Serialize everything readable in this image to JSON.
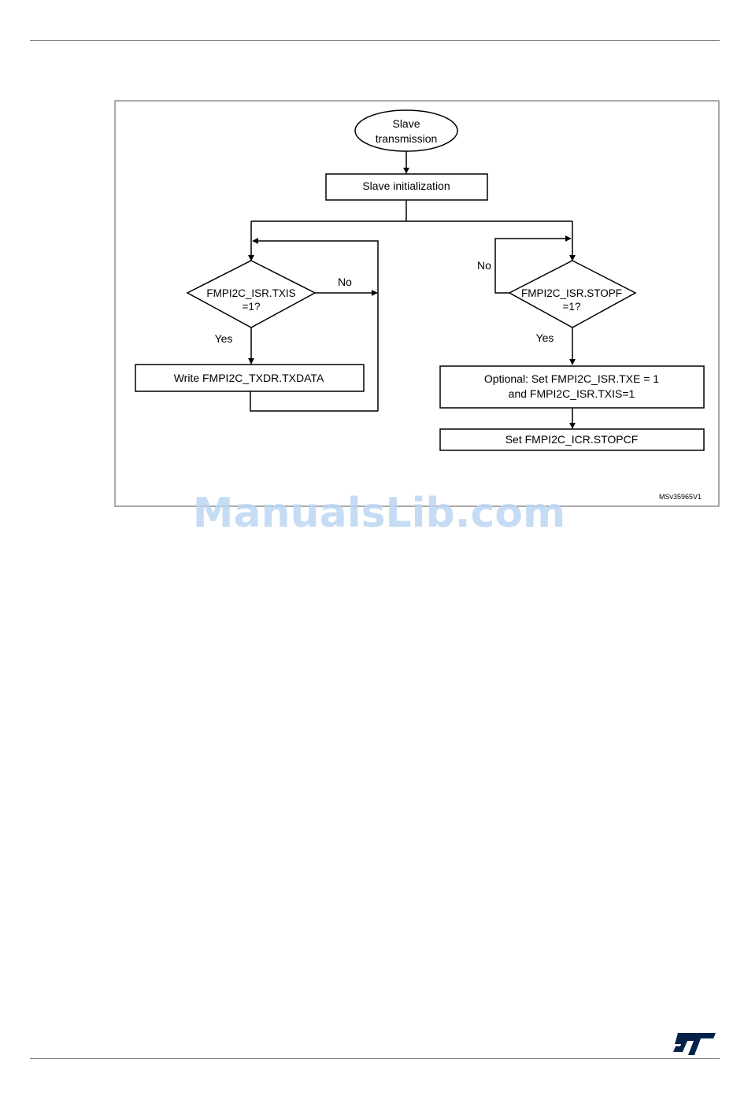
{
  "diagram": {
    "start": {
      "line1": "Slave",
      "line2": "transmission"
    },
    "init": "Slave initialization",
    "txis_decision": {
      "line1": "FMPI2C_ISR.TXIS",
      "line2": "=1?"
    },
    "txis_no": "No",
    "txis_yes": "Yes",
    "write_txdr": "Write FMPI2C_TXDR.TXDATA",
    "stopf_decision": {
      "line1": "FMPI2C_ISR.STOPF",
      "line2": "=1?"
    },
    "stopf_no": "No",
    "stopf_yes": "Yes",
    "optional_set": {
      "line1": "Optional: Set FMPI2C_ISR.TXE = 1",
      "line2": "and FMPI2C_ISR.TXIS=1"
    },
    "set_stopcf": "Set FMPI2C_ICR.STOPCF",
    "figure_id": "MSv35965V1"
  },
  "watermark": "ManualsLib.com",
  "logo": {
    "name": "st-logo",
    "color": "#03234b"
  }
}
